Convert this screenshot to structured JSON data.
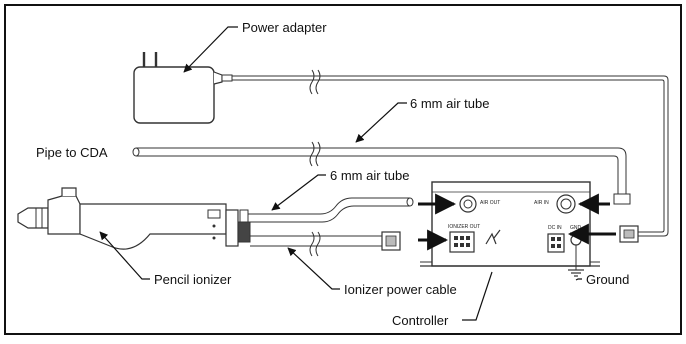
{
  "diagram": {
    "labels": {
      "power_adapter": "Power adapter",
      "air_tube_top": "6 mm air tube",
      "pipe_to_cda": "Pipe to CDA",
      "air_tube_mid": "6 mm air tube",
      "pencil_ionizer": "Pencil ionizer",
      "ionizer_power_cable": "Ionizer power cable",
      "controller": "Controller",
      "ground": "Ground"
    },
    "controller_panel": {
      "air_out": "AIR OUT",
      "air_in": "AIR IN",
      "ionizer_out": "IONIZER OUT",
      "dc_in": "DC IN",
      "gnd": "GND"
    }
  }
}
